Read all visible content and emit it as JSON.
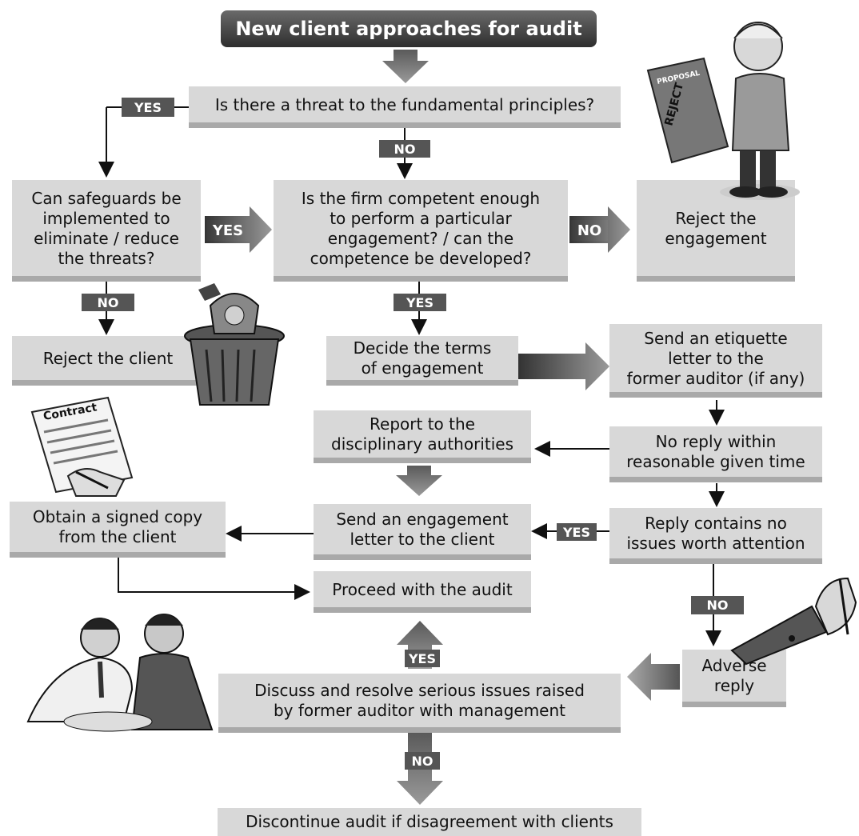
{
  "title": "New client approaches for audit",
  "nodes": {
    "threat_q": "Is there a threat to the fundamental principles?",
    "safeguards_q": "Can safeguards be\nimplemented to\neliminate / reduce\nthe threats?",
    "competent_q": "Is the firm competent enough\nto perform a particular\nengagement? / can the\ncompetence be developed?",
    "reject_engagement": "Reject the\nengagement",
    "reject_client": "Reject the client",
    "decide_terms": "Decide the terms\nof engagement",
    "etiquette_letter": "Send an etiquette\nletter to the\nformer auditor (if any)",
    "report_authorities": "Report to the\ndisciplinary authorities",
    "no_reply": "No reply within\nreasonable given time",
    "obtain_signed": "Obtain a signed copy\nfrom the client",
    "send_engagement": "Send an engagement\nletter to the client",
    "reply_no_issues": "Reply contains no\nissues worth attention",
    "proceed": "Proceed with the audit",
    "adverse_reply": "Adverse\nreply",
    "discuss_resolve": "Discuss and resolve serious issues raised\nby former auditor with management",
    "discontinue": "Discontinue audit if disagreement with clients"
  },
  "tags": {
    "yes_threat": "YES",
    "no_threat": "NO",
    "yes_safeguards": "YES",
    "no_competent": "NO",
    "no_safeguards": "NO",
    "yes_competent": "YES",
    "yes_reply": "YES",
    "no_reply_tag": "NO",
    "yes_discuss": "YES",
    "no_discuss": "NO"
  },
  "illustration_text": {
    "proposal": "PROPOSAL",
    "reject": "REJECT",
    "contract": "Contract"
  }
}
